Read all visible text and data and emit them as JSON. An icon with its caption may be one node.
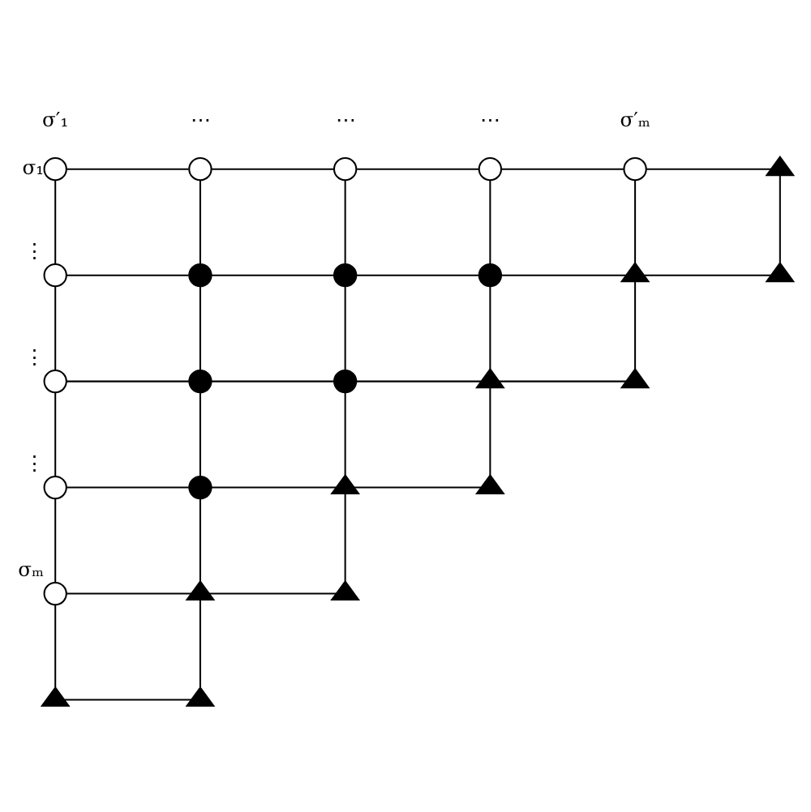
{
  "diagram": {
    "nodes": [
      {
        "text": [],
        "shape": "circle",
        "beside": [
          "σ′₁",
          "σ₁"
        ]
      },
      {
        "text": [],
        "shape": "circle",
        "beside": [
          "⋯"
        ]
      },
      {
        "text": [],
        "shape": "circle",
        "beside": [
          "⋯"
        ]
      },
      {
        "text": [],
        "shape": "circle",
        "beside": [
          "⋯"
        ]
      },
      {
        "text": [],
        "shape": "circle",
        "beside": [
          "σ′ₘ"
        ]
      },
      {
        "text": [],
        "shape": "triangle"
      },
      {
        "text": [],
        "shape": "circle",
        "beside": [
          "⋮"
        ]
      },
      {
        "text": [],
        "shape": "dot"
      },
      {
        "text": [],
        "shape": "dot"
      },
      {
        "text": [],
        "shape": "dot"
      },
      {
        "text": [],
        "shape": "triangle"
      },
      {
        "text": [],
        "shape": "triangle"
      },
      {
        "text": [],
        "shape": "circle",
        "beside": [
          "⋮"
        ]
      },
      {
        "text": [],
        "shape": "dot"
      },
      {
        "text": [],
        "shape": "dot"
      },
      {
        "text": [],
        "shape": "triangle"
      },
      {
        "text": [],
        "shape": "triangle"
      },
      {
        "text": [],
        "shape": "circle",
        "beside": [
          "⋮"
        ]
      },
      {
        "text": [],
        "shape": "dot"
      },
      {
        "text": [],
        "shape": "triangle"
      },
      {
        "text": [],
        "shape": "triangle"
      },
      {
        "text": [],
        "shape": "circle",
        "beside": [
          "σₘ"
        ]
      },
      {
        "text": [],
        "shape": "triangle"
      },
      {
        "text": [],
        "shape": "triangle"
      },
      {
        "text": [],
        "shape": "triangle"
      },
      {
        "text": [],
        "shape": "triangle"
      }
    ],
    "edges": [
      {
        "from": 0,
        "to": 1,
        "arrow": "none"
      },
      {
        "from": 1,
        "to": 2,
        "arrow": "none"
      },
      {
        "from": 2,
        "to": 3,
        "arrow": "none"
      },
      {
        "from": 3,
        "to": 4,
        "arrow": "none"
      },
      {
        "from": 4,
        "to": 5,
        "arrow": "none"
      },
      {
        "from": 6,
        "to": 7,
        "arrow": "none"
      },
      {
        "from": 7,
        "to": 8,
        "arrow": "none"
      },
      {
        "from": 8,
        "to": 9,
        "arrow": "none"
      },
      {
        "from": 9,
        "to": 10,
        "arrow": "none"
      },
      {
        "from": 10,
        "to": 11,
        "arrow": "none"
      },
      {
        "from": 12,
        "to": 13,
        "arrow": "none"
      },
      {
        "from": 13,
        "to": 14,
        "arrow": "none"
      },
      {
        "from": 14,
        "to": 15,
        "arrow": "none"
      },
      {
        "from": 15,
        "to": 16,
        "arrow": "none"
      },
      {
        "from": 17,
        "to": 18,
        "arrow": "none"
      },
      {
        "from": 18,
        "to": 19,
        "arrow": "none"
      },
      {
        "from": 19,
        "to": 20,
        "arrow": "none"
      },
      {
        "from": 21,
        "to": 22,
        "arrow": "none"
      },
      {
        "from": 22,
        "to": 23,
        "arrow": "none"
      },
      {
        "from": 24,
        "to": 25,
        "arrow": "none"
      },
      {
        "from": 0,
        "to": 6,
        "arrow": "none"
      },
      {
        "from": 6,
        "to": 12,
        "arrow": "none"
      },
      {
        "from": 12,
        "to": 17,
        "arrow": "none"
      },
      {
        "from": 17,
        "to": 21,
        "arrow": "none"
      },
      {
        "from": 21,
        "to": 24,
        "arrow": "none"
      },
      {
        "from": 1,
        "to": 7,
        "arrow": "none"
      },
      {
        "from": 7,
        "to": 13,
        "arrow": "none"
      },
      {
        "from": 13,
        "to": 18,
        "arrow": "none"
      },
      {
        "from": 18,
        "to": 22,
        "arrow": "none"
      },
      {
        "from": 22,
        "to": 25,
        "arrow": "none"
      },
      {
        "from": 2,
        "to": 8,
        "arrow": "none"
      },
      {
        "from": 8,
        "to": 14,
        "arrow": "none"
      },
      {
        "from": 14,
        "to": 19,
        "arrow": "none"
      },
      {
        "from": 19,
        "to": 23,
        "arrow": "none"
      },
      {
        "from": 3,
        "to": 9,
        "arrow": "none"
      },
      {
        "from": 9,
        "to": 15,
        "arrow": "none"
      },
      {
        "from": 15,
        "to": 20,
        "arrow": "none"
      },
      {
        "from": 4,
        "to": 10,
        "arrow": "none"
      },
      {
        "from": 10,
        "to": 16,
        "arrow": "none"
      },
      {
        "from": 5,
        "to": 11,
        "arrow": "none"
      }
    ]
  }
}
